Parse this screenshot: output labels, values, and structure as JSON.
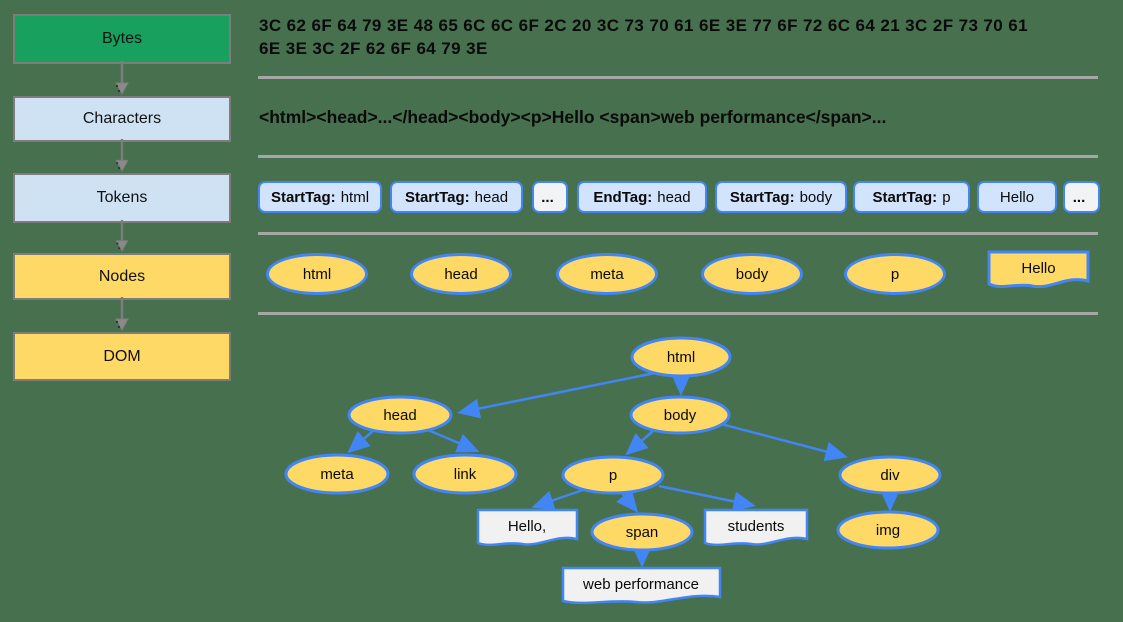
{
  "pipeline": {
    "stages": [
      {
        "label": "Bytes"
      },
      {
        "label": "Characters"
      },
      {
        "label": "Tokens"
      },
      {
        "label": "Nodes"
      },
      {
        "label": "DOM"
      }
    ]
  },
  "bytes_row": {
    "line1": "3C 62 6F 64 79 3E 48 65 6C 6C 6F 2C 20 3C 73 70 61 6E 3E 77 6F 72 6C 64 21 3C 2F 73 70 61",
    "line2": "6E 3E 3C 2F 62 6F 64 79 3E"
  },
  "characters_row": {
    "text": "<html><head>...</head><body><p>Hello <span>web performance</span>..."
  },
  "tokens_row": {
    "tokens": [
      {
        "prefix": "StartTag:",
        "value": "html"
      },
      {
        "prefix": "StartTag:",
        "value": "head"
      },
      {
        "prefix": "",
        "value": "..."
      },
      {
        "prefix": "EndTag:",
        "value": "head"
      },
      {
        "prefix": "StartTag:",
        "value": "body"
      },
      {
        "prefix": "StartTag:",
        "value": "p"
      },
      {
        "prefix": "",
        "value": "Hello"
      },
      {
        "prefix": "",
        "value": "..."
      }
    ]
  },
  "nodes_row": {
    "ellipses": [
      "html",
      "head",
      "meta",
      "body",
      "p"
    ],
    "textnode": "Hello"
  },
  "dom_tree": {
    "labels": {
      "html": "html",
      "head": "head",
      "body": "body",
      "meta": "meta",
      "link": "link",
      "p": "p",
      "div": "div",
      "span": "span",
      "img": "img",
      "hello": "Hello,",
      "students": "students",
      "webperf": "web performance"
    }
  },
  "colors": {
    "background": "#47704E",
    "bytes_green": "#17A05E",
    "light_blue": "#CFE2F3",
    "token_blue_fill": "#D2E3FC",
    "yellow": "#FFD966",
    "node_border_blue": "#4285F4",
    "textnode_fill": "#F1F1F1",
    "divider_gray": "#A6A6A6",
    "box_border_gray": "#7d7d7d"
  }
}
